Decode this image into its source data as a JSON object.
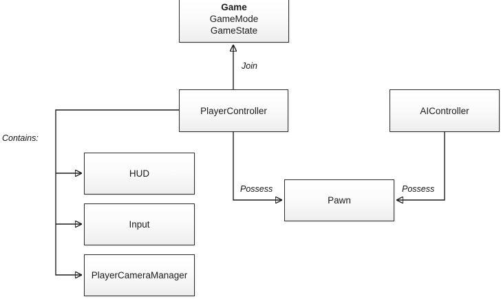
{
  "diagram": {
    "title_hidden": "",
    "background_color": "#ffffff",
    "line_color": "#1c1c1c",
    "node_border_color": "#2a2a2a",
    "nodes": [
      {
        "id": "game",
        "title": "Game",
        "line2": "GameMode",
        "line3": "GameState"
      },
      {
        "id": "player_controller",
        "label": "PlayerController"
      },
      {
        "id": "ai_controller",
        "label": "AIController"
      },
      {
        "id": "pawn",
        "label": "Pawn"
      },
      {
        "id": "hud",
        "label": "HUD"
      },
      {
        "id": "input",
        "label": "Input"
      },
      {
        "id": "player_camera_manager",
        "label": "PlayerCameraManager"
      }
    ],
    "labels": {
      "contains": "Contains:",
      "join": "Join",
      "possess_player": "Possess",
      "possess_ai": "Possess"
    }
  }
}
